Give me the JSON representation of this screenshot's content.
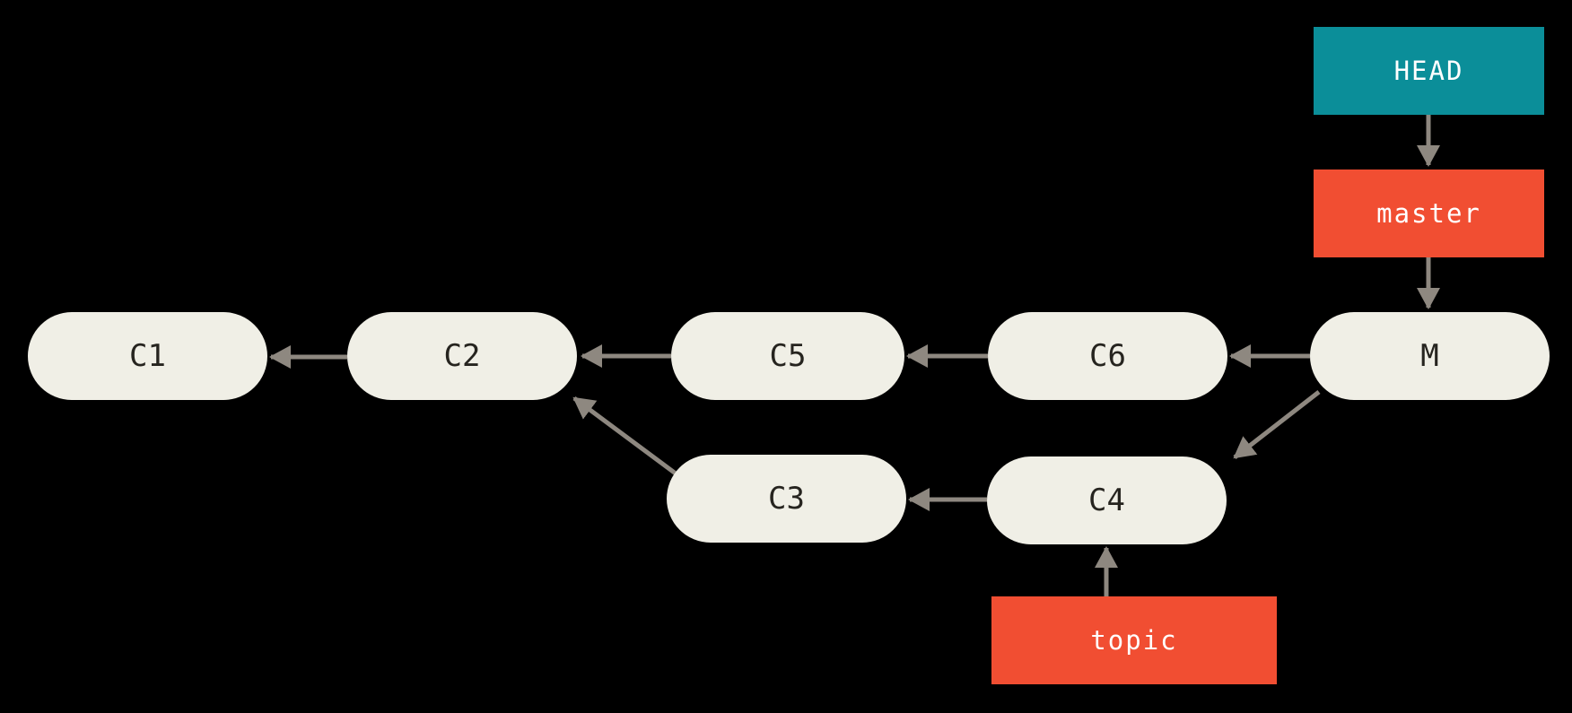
{
  "graph": {
    "commits": [
      {
        "id": "C1",
        "label": "C1"
      },
      {
        "id": "C2",
        "label": "C2"
      },
      {
        "id": "C5",
        "label": "C5"
      },
      {
        "id": "C6",
        "label": "C6"
      },
      {
        "id": "M",
        "label": "M"
      },
      {
        "id": "C3",
        "label": "C3"
      },
      {
        "id": "C4",
        "label": "C4"
      }
    ],
    "refs": [
      {
        "id": "HEAD",
        "label": "HEAD",
        "kind": "head",
        "color": "#0b8e99",
        "points_to": "master"
      },
      {
        "id": "master",
        "label": "master",
        "kind": "branch",
        "color": "#f14e32",
        "points_to": "M"
      },
      {
        "id": "topic",
        "label": "topic",
        "kind": "branch",
        "color": "#f14e32",
        "points_to": "C4"
      }
    ],
    "edges": [
      {
        "from": "HEAD",
        "to": "master"
      },
      {
        "from": "master",
        "to": "M"
      },
      {
        "from": "M",
        "to": "C6"
      },
      {
        "from": "C6",
        "to": "C5"
      },
      {
        "from": "C5",
        "to": "C2"
      },
      {
        "from": "C2",
        "to": "C1"
      },
      {
        "from": "M",
        "to": "C4"
      },
      {
        "from": "C4",
        "to": "C3"
      },
      {
        "from": "C3",
        "to": "C2"
      },
      {
        "from": "topic",
        "to": "C4"
      }
    ]
  },
  "colors": {
    "background": "#000000",
    "commit_fill": "#f0efe6",
    "commit_text": "#26241f",
    "ref_text": "#ffffff",
    "head_fill": "#0b8e99",
    "branch_fill": "#f14e32",
    "arrow": "#8e8880"
  }
}
